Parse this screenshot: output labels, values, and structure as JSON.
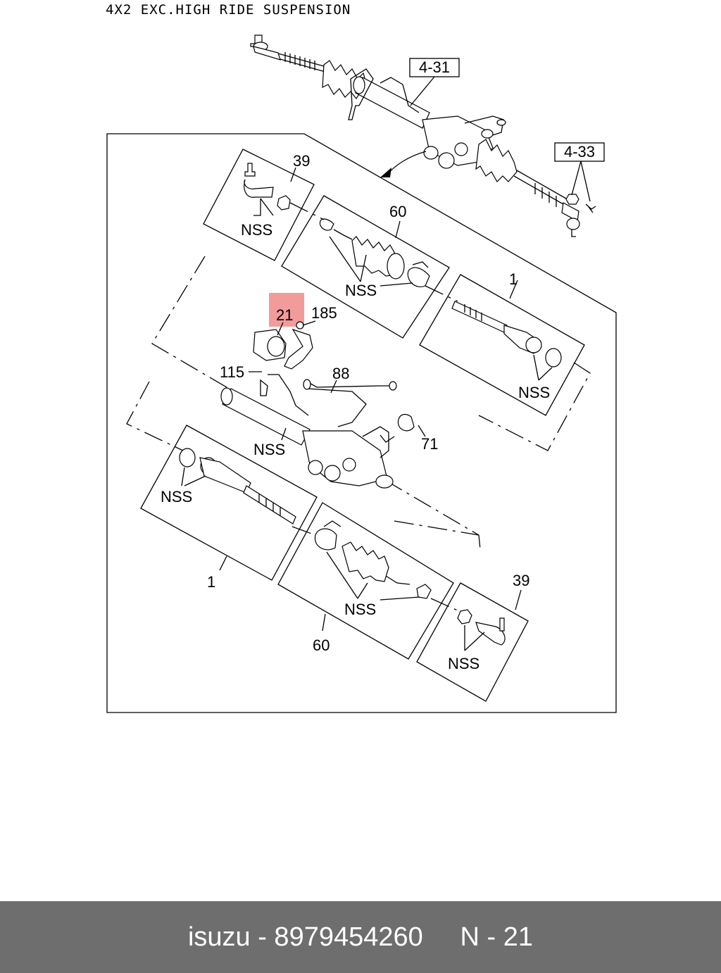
{
  "caption": "4X2 EXC.HIGH RIDE SUSPENSION",
  "refs": {
    "upper": "4-31",
    "right": "4-33"
  },
  "labels": {
    "p39_top": "39",
    "nss_39_top": "NSS",
    "p60_top": "60",
    "nss_60_top": "NSS",
    "p1_top": "1",
    "nss_1_top": "NSS",
    "p21": "21",
    "p185": "185",
    "p115": "115",
    "p88": "88",
    "nss_rack": "NSS",
    "p71": "71",
    "nss_1_bottom": "NSS",
    "p1_bottom": "1",
    "nss_60_bottom": "NSS",
    "p60_bottom": "60",
    "p39_bottom": "39",
    "nss_39_bottom": "NSS"
  },
  "highlight": {
    "part": "21",
    "color": "#f08a8a"
  },
  "footer": {
    "text": "isuzu - 8979454260     N - 21"
  }
}
